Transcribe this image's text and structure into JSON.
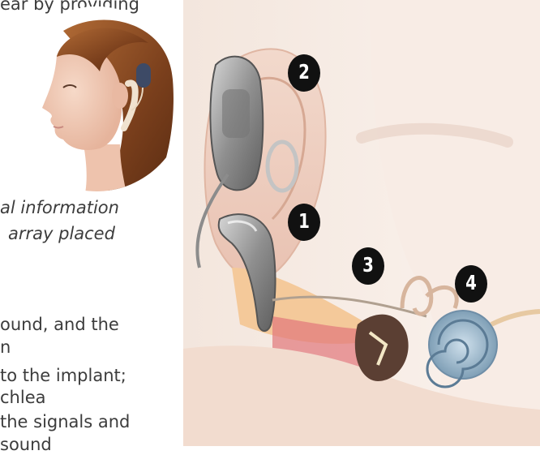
{
  "text_column": {
    "top_fragment": "ear by providing",
    "caption_lines": [
      "al information",
      "array placed"
    ],
    "steps_lines": [
      "ound, and the",
      "n",
      "to the implant;",
      "chlea",
      "the signals and",
      "sound"
    ]
  },
  "illustration": {
    "callouts": [
      "1",
      "2",
      "3",
      "4"
    ]
  }
}
